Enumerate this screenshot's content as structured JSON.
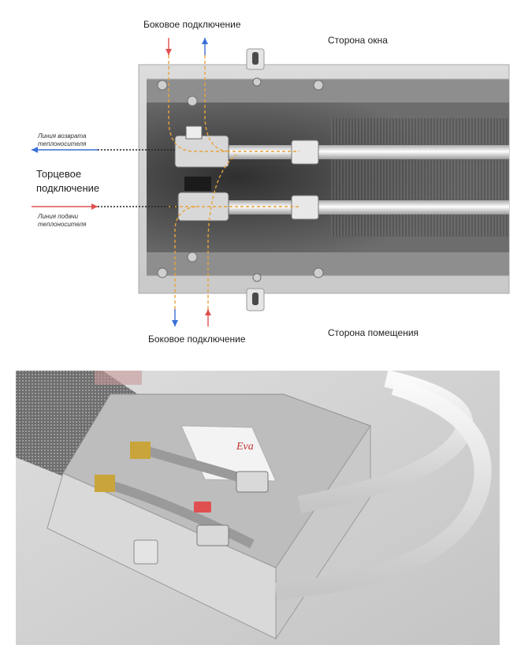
{
  "top_diagram": {
    "side_connection_top": "Боковое подключение",
    "window_side": "Сторона окна",
    "return_line_l1": "Линия возврата",
    "return_line_l2": "теплоносителя",
    "end_connection_l1": "Торцевое",
    "end_connection_l2": "подключение",
    "supply_line_l1": "Линия подачи",
    "supply_line_l2": "теплоносителя",
    "side_connection_bottom": "Боковое подключение",
    "room_side": "Сторона помещения"
  },
  "colors": {
    "supply": "#e05050",
    "return": "#3a6fd6",
    "pipe_path": "#e8a33a",
    "housing": "#d2d2d2",
    "interior": "#9b9b9b"
  },
  "bottom_photo": {
    "brand_logo": "Eva"
  }
}
